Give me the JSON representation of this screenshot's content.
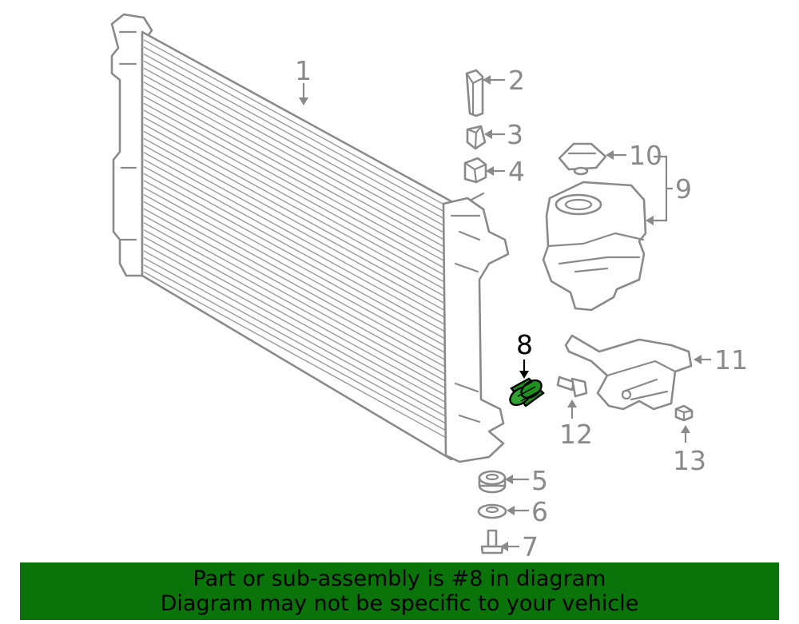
{
  "diagram": {
    "callouts": [
      {
        "id": "1",
        "label": "1"
      },
      {
        "id": "2",
        "label": "2"
      },
      {
        "id": "3",
        "label": "3"
      },
      {
        "id": "4",
        "label": "4"
      },
      {
        "id": "5",
        "label": "5"
      },
      {
        "id": "6",
        "label": "6"
      },
      {
        "id": "7",
        "label": "7"
      },
      {
        "id": "8",
        "label": "8",
        "highlighted": true
      },
      {
        "id": "9",
        "label": "9"
      },
      {
        "id": "10",
        "label": "10"
      },
      {
        "id": "11",
        "label": "11"
      },
      {
        "id": "12",
        "label": "12"
      },
      {
        "id": "13",
        "label": "13"
      }
    ],
    "colors": {
      "line": "#8a8a8a",
      "highlight_part": "#1f8f1f",
      "highlight_label": "#000000",
      "banner": "#0a740a"
    }
  },
  "banner": {
    "line1": "Part or sub-assembly is #8 in diagram",
    "line2": "Diagram may not be specific to your vehicle"
  }
}
